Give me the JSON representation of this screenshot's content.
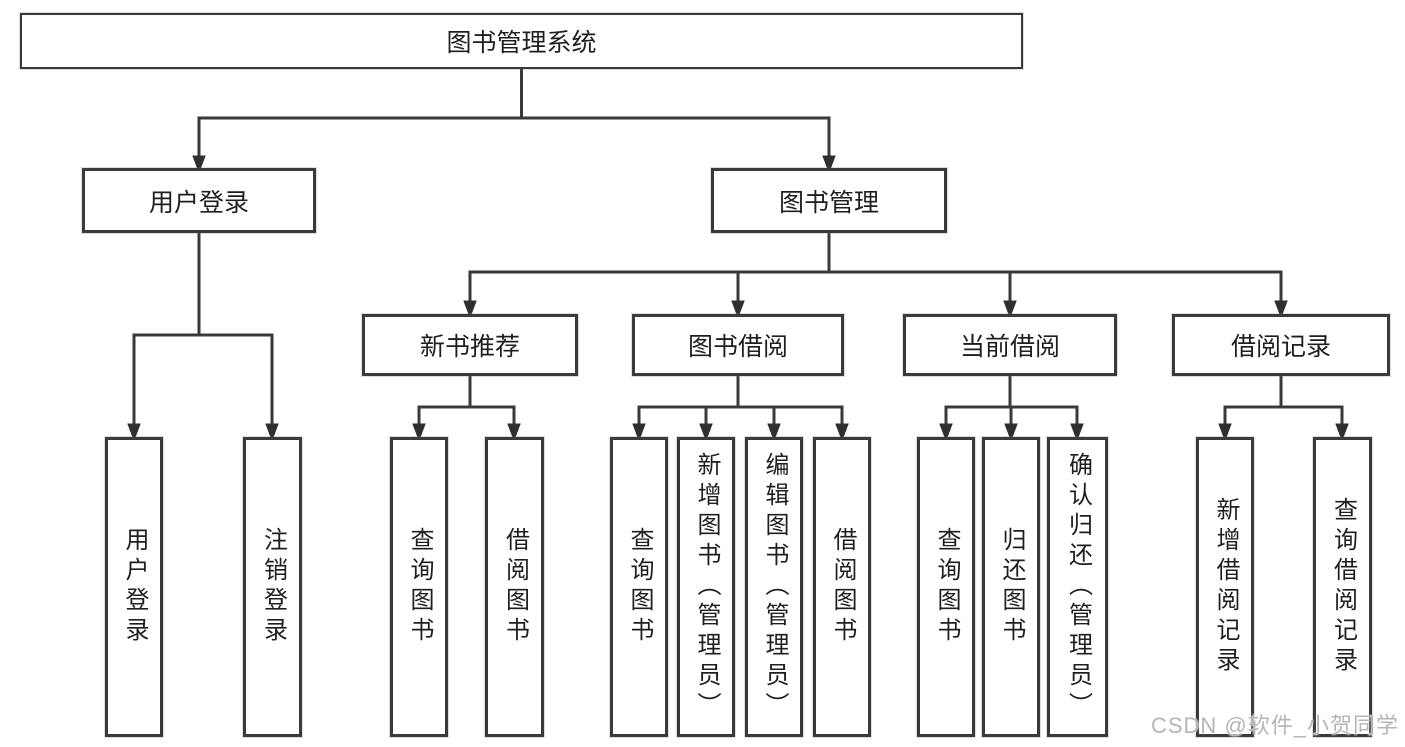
{
  "diagram": {
    "root": {
      "label": "图书管理系统",
      "children": [
        {
          "label": "用户登录",
          "children": [
            {
              "label": "用户登录"
            },
            {
              "label": "注销登录"
            }
          ]
        },
        {
          "label": "图书管理",
          "children": [
            {
              "label": "新书推荐",
              "children": [
                {
                  "label": "查询图书"
                },
                {
                  "label": "借阅图书"
                }
              ]
            },
            {
              "label": "图书借阅",
              "children": [
                {
                  "label": "查询图书"
                },
                {
                  "label": "新增图书（管理员）"
                },
                {
                  "label": "编辑图书（管理员）"
                },
                {
                  "label": "借阅图书"
                }
              ]
            },
            {
              "label": "当前借阅",
              "children": [
                {
                  "label": "查询图书"
                },
                {
                  "label": "归还图书"
                },
                {
                  "label": "确认归还（管理员）"
                }
              ]
            },
            {
              "label": "借阅记录",
              "children": [
                {
                  "label": "新增借阅记录"
                },
                {
                  "label": "查询借阅记录"
                }
              ]
            }
          ]
        }
      ]
    }
  },
  "watermark": "CSDN @软件_小贺同学",
  "colors": {
    "line": "#3a3a3a",
    "box_border": "#3a3a3a",
    "text": "#1f1f1f",
    "watermark": "#b5b5b5",
    "background": "#ffffff"
  }
}
